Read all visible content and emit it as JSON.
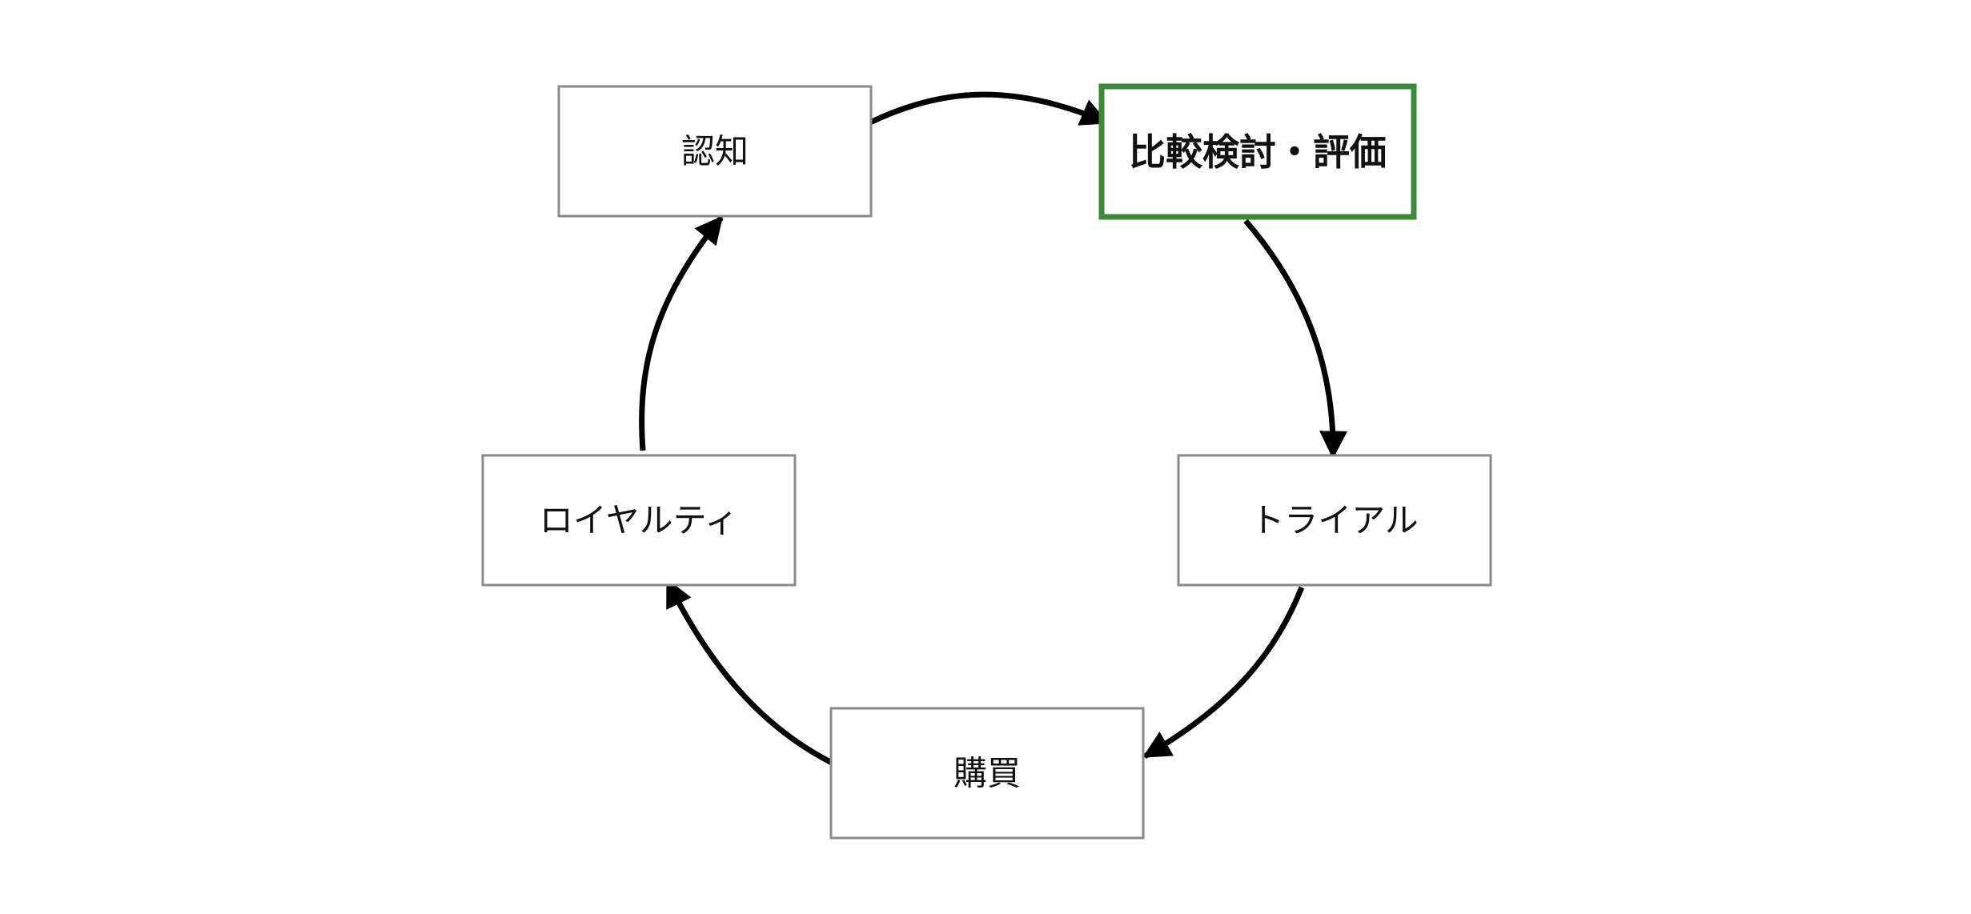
{
  "diagram": {
    "colors": {
      "highlight_border": "#3a8a3a",
      "default_border": "#8a8a8a",
      "edge": "#000000",
      "text": "#111111"
    },
    "nodes": [
      {
        "id": "awareness",
        "label": "認知",
        "highlighted": false
      },
      {
        "id": "evaluation",
        "label": "比較検討・評価",
        "highlighted": true
      },
      {
        "id": "trial",
        "label": "トライアル",
        "highlighted": false
      },
      {
        "id": "purchase",
        "label": "購買",
        "highlighted": false
      },
      {
        "id": "loyalty",
        "label": "ロイヤルティ",
        "highlighted": false
      }
    ],
    "edges": [
      {
        "from": "awareness",
        "to": "evaluation"
      },
      {
        "from": "evaluation",
        "to": "trial"
      },
      {
        "from": "trial",
        "to": "purchase"
      },
      {
        "from": "purchase",
        "to": "loyalty"
      },
      {
        "from": "loyalty",
        "to": "awareness"
      }
    ]
  }
}
